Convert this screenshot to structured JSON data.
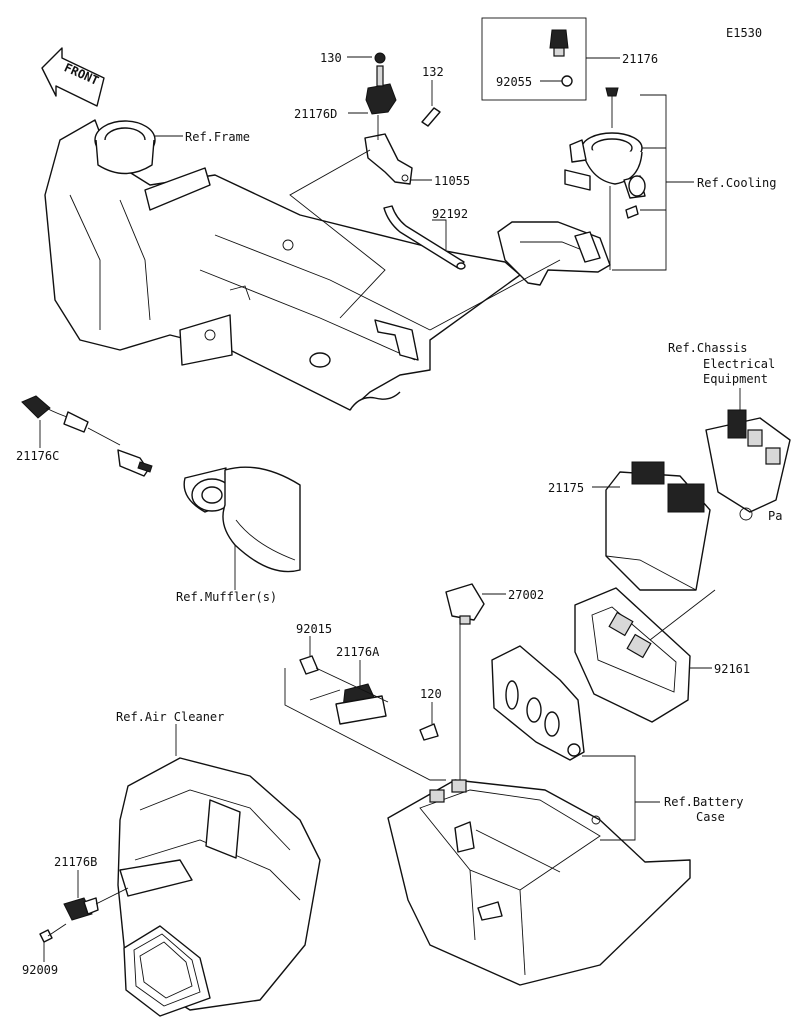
{
  "diagram_code": "E1530",
  "front_label": "FRONT",
  "page_ref": "Pa",
  "labels": {
    "p130": "130",
    "p132": "132",
    "p21176d": "21176D",
    "p11055": "11055",
    "p92192": "92192",
    "p21176": "21176",
    "p92055": "92055",
    "ref_cooling": "Ref.Cooling",
    "ref_frame": "Ref.Frame",
    "ref_chassis_1": "Ref.Chassis",
    "ref_chassis_2": "Electrical",
    "ref_chassis_3": "Equipment",
    "p21176c": "21176C",
    "p21175": "21175",
    "ref_muffler": "Ref.Muffler(s)",
    "p27002": "27002",
    "p92015": "92015",
    "p21176a": "21176A",
    "p92161": "92161",
    "p120": "120",
    "ref_air_cleaner": "Ref.Air Cleaner",
    "ref_battery_1": "Ref.Battery",
    "ref_battery_2": "Case",
    "p21176b": "21176B",
    "p92009": "92009"
  }
}
